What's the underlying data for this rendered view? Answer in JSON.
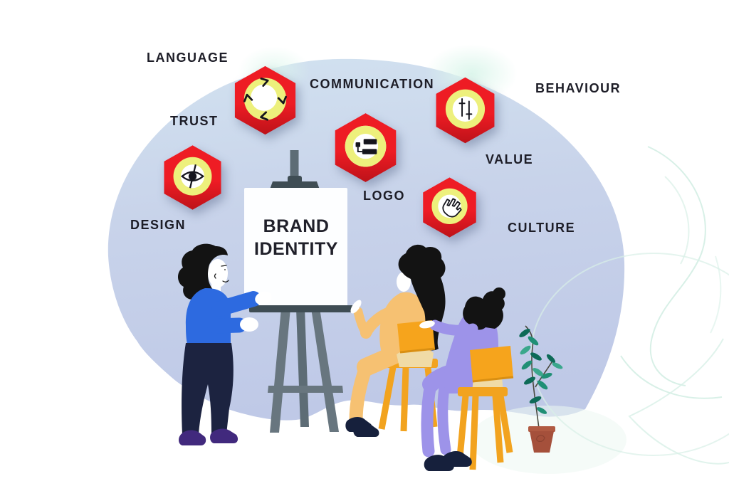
{
  "scene": {
    "board": {
      "line1": "BRAND",
      "line2": "IDENTITY"
    },
    "labels": {
      "language": "LANGUAGE",
      "communication": "COMMUNICATION",
      "behaviour": "BEHAVIOUR",
      "trust": "TRUST",
      "value": "VALUE",
      "logo": "LOGO",
      "design": "DESIGN",
      "culture": "CULTURE"
    },
    "badges": [
      {
        "id": "language",
        "icon": "cycle-arrows-icon"
      },
      {
        "id": "communication",
        "icon": "flowchart-icon"
      },
      {
        "id": "behaviour",
        "icon": "sliders-icon"
      },
      {
        "id": "trust",
        "icon": "eye-off-icon"
      },
      {
        "id": "culture",
        "icon": "hand-click-icon"
      }
    ],
    "colors": {
      "hex_red": "#ee1c24",
      "hex_red_dark": "#bd1219",
      "ring_yellow": "#edf07c",
      "icon_black": "#15151d",
      "label_text": "#1d1d27",
      "blob_top": "#d2e2f0",
      "blob_bottom": "#bfc9e7",
      "easel_gray": "#68767f",
      "easel_dark": "#3f4d54",
      "board_white": "#fdfeff",
      "sweater_blue": "#2d6ae0",
      "pants_navy": "#1c2340",
      "shoes_purple": "#41297d",
      "shoes_navy": "#16203c",
      "skin_white": "#ffffff",
      "hair_black": "#131313",
      "outfit_orange": "#f6c172",
      "chair_orange": "#f2a31f",
      "laptop_orange": "#f6a41c",
      "cushion_tan": "#f0dba6",
      "outfit_lavender": "#9d93e9",
      "plant_green": "#1f8a72",
      "pot_terracotta": "#a5503b",
      "squiggle_teal": "#d8f0e7",
      "glow_mint": "#ddf6ec"
    }
  }
}
